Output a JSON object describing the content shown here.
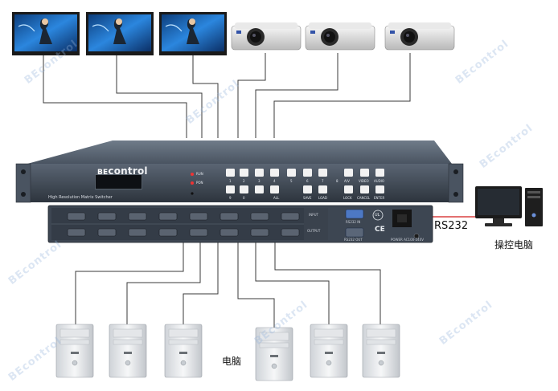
{
  "labels": {
    "rs232": "RS232",
    "control_pc": "操控电脑",
    "pc": "电脑"
  },
  "device": {
    "brand_prefix": "BE",
    "brand_name": "control",
    "model": "High Resolution Matrix Switcher",
    "leds": [
      "RUN",
      "PON"
    ],
    "keys_top": [
      "1",
      "2",
      "3",
      "4",
      "5",
      "6",
      "7",
      "8"
    ],
    "keys_bottom": [
      "9",
      "0",
      "ALL",
      "SAVE",
      "LOAD"
    ],
    "func_top": [
      "A/V",
      "VIDEO",
      "AUDIO"
    ],
    "func_bottom": [
      "LOCK",
      "CANCEL",
      "ENTER"
    ],
    "rear_input_label": "INPUT",
    "rear_output_label": "OUTPUT",
    "rear_rs232_label": "RS232 IN",
    "rear_rs232_out_label": "RS232 OUT",
    "power_label": "POWER AC100-240V",
    "ce_mark": "CE",
    "ul_mark": "UL"
  },
  "watermark": "BEcontrol",
  "colors": {
    "line": "#3a3a3a",
    "rs232_line": "#d21b1b",
    "chassis": "#3d4652",
    "screen_blue": "#1f72c9"
  },
  "displays": [
    {
      "type": "lcd-monitor"
    },
    {
      "type": "lcd-monitor"
    },
    {
      "type": "lcd-monitor"
    },
    {
      "type": "projector"
    },
    {
      "type": "projector"
    },
    {
      "type": "projector"
    }
  ],
  "sources": [
    {
      "type": "pc-tower"
    },
    {
      "type": "pc-tower"
    },
    {
      "type": "pc-tower"
    },
    {
      "type": "pc-tower"
    },
    {
      "type": "pc-tower"
    },
    {
      "type": "pc-tower"
    }
  ]
}
